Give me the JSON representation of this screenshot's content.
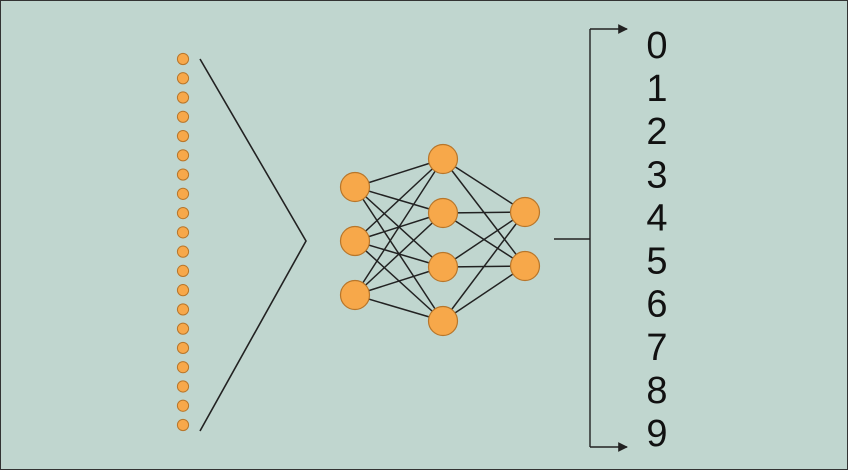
{
  "colors": {
    "background": "#c0d6cf",
    "node_fill": "#f7a84a",
    "node_stroke": "#b8762a",
    "line": "#222222",
    "text": "#111111"
  },
  "network": {
    "input_dot_count": 20,
    "hidden_layer_1_nodes": 3,
    "hidden_layer_2_nodes": 4,
    "output_layer_nodes": 2
  },
  "outputs": {
    "labels": [
      "0",
      "1",
      "2",
      "3",
      "4",
      "5",
      "6",
      "7",
      "8",
      "9"
    ]
  }
}
